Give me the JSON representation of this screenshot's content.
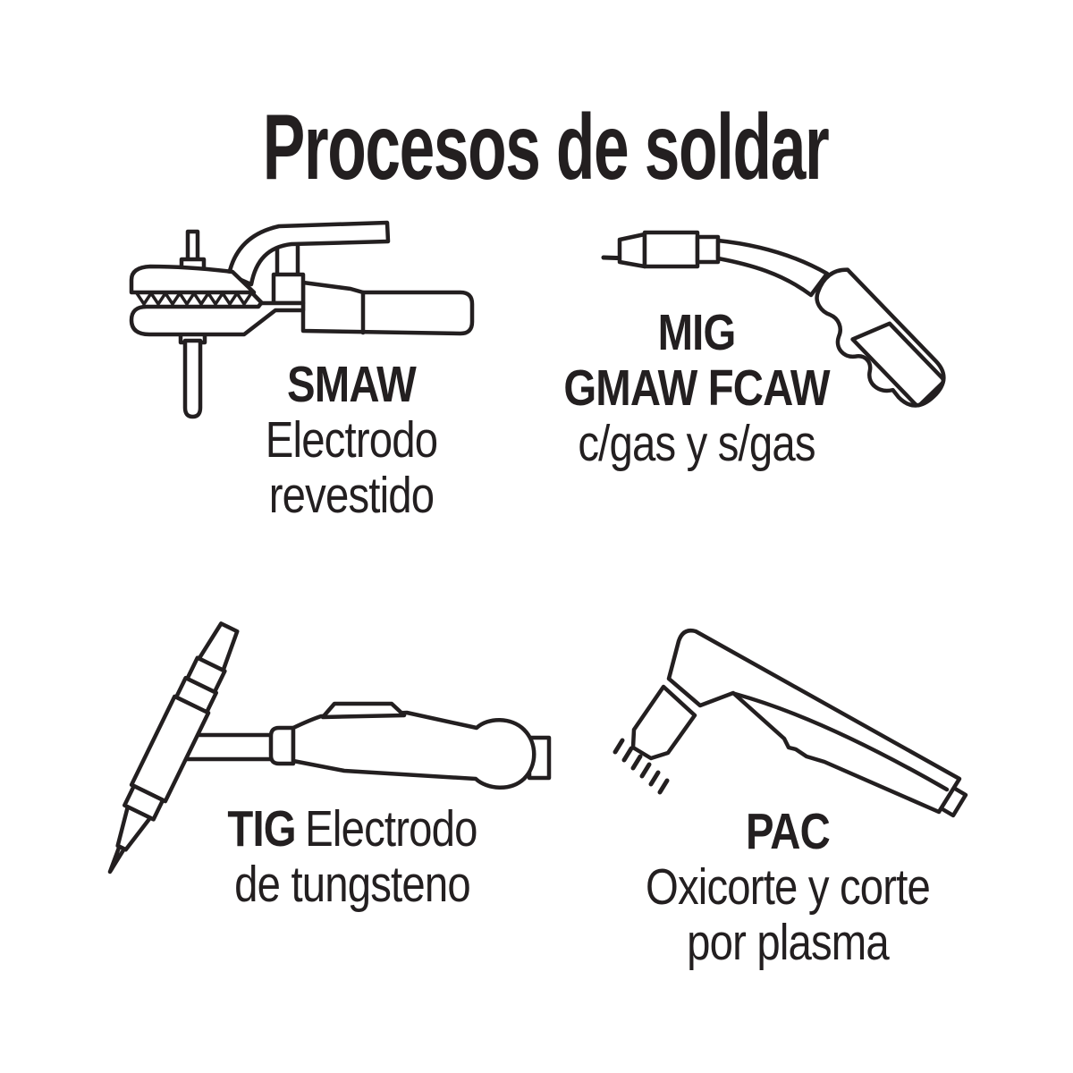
{
  "title": "Procesos de soldar",
  "colors": {
    "ink": "#231f20",
    "background": "#ffffff"
  },
  "processes": [
    {
      "id": "smaw",
      "icon": "smaw-electrode-holder-icon",
      "abbr": "SMAW",
      "desc_line1": "Electrodo",
      "desc_line2": "revestido"
    },
    {
      "id": "mig",
      "icon": "mig-welding-gun-icon",
      "abbr_line1": "MIG",
      "abbr_line2": "GMAW FCAW",
      "desc_line1": "c/gas y s/gas"
    },
    {
      "id": "tig",
      "icon": "tig-torch-icon",
      "abbr": "TIG",
      "desc_inline": "Electrodo",
      "desc_line2": "de tungsteno"
    },
    {
      "id": "pac",
      "icon": "pac-plasma-torch-icon",
      "abbr": "PAC",
      "desc_line1": "Oxicorte y corte",
      "desc_line2": "por plasma"
    }
  ]
}
